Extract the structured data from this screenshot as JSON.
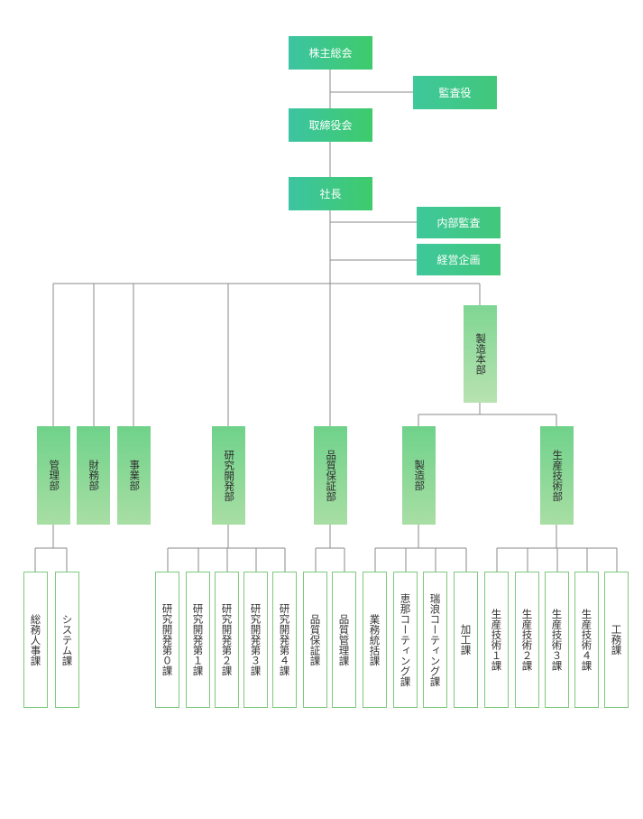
{
  "top": {
    "shareholders": "株主総会",
    "auditor": "監査役",
    "board": "取締役会",
    "president": "社長",
    "internal_audit": "内部監査",
    "planning": "経営企画"
  },
  "divisions": {
    "kanri": "管理部",
    "zaimu": "財務部",
    "jigyo": "事業部",
    "kenkyu": "研究開発部",
    "hinshitsu": "品質保証部",
    "seizo_honbu": "製造本部",
    "seizo": "製造部",
    "seisan_gijutsu": "生産技術部"
  },
  "sections": {
    "somu": "総務人事課",
    "system": "システム課",
    "rd0": "研究開発第０課",
    "rd1": "研究開発第１課",
    "rd2": "研究開発第２課",
    "rd3": "研究開発第３課",
    "rd4": "研究開発第４課",
    "qa1": "品質保証課",
    "qa2": "品質管理課",
    "gyomu": "業務統括課",
    "ebe": "恵那コーティング課",
    "mizunami": "瑞浪コーティング課",
    "kako": "加工課",
    "pe1": "生産技術１課",
    "pe2": "生産技術２課",
    "pe3": "生産技術３課",
    "pe4": "生産技術４課",
    "komu": "工務課"
  },
  "colors": {
    "line": "#8a8a8a",
    "leaf_border": "#7dc97e",
    "box_green": "#3ecb6b"
  }
}
